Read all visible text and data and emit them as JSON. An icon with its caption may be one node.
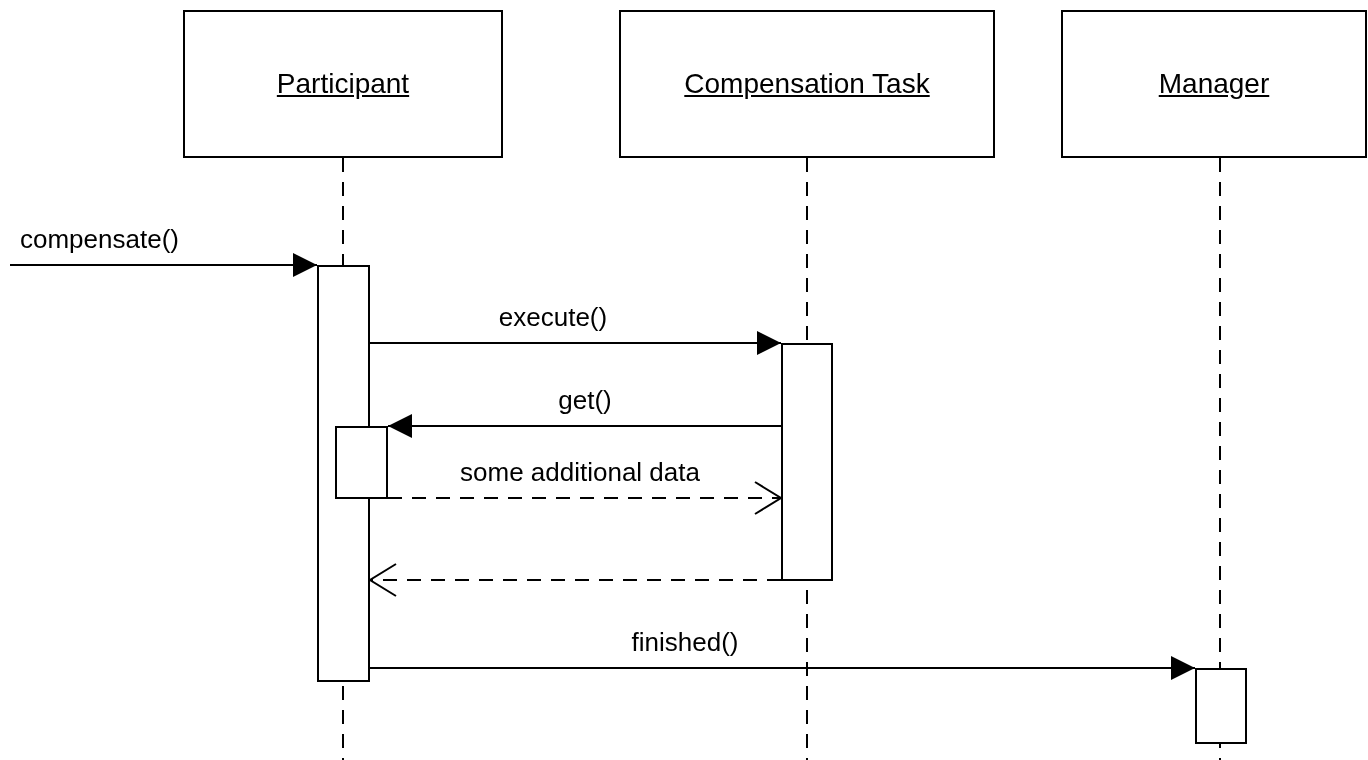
{
  "diagram": {
    "nodes": [
      {
        "text": [
          "Participant"
        ]
      },
      {
        "text": [
          "Compensation Task"
        ]
      },
      {
        "text": [
          "Manager"
        ]
      },
      {
        "text": [],
        "shape": "box"
      },
      {
        "text": [],
        "shape": "box"
      },
      {
        "text": [],
        "shape": "box"
      },
      {
        "text": [],
        "shape": "box"
      }
    ],
    "edges": [
      {
        "from": null,
        "to": 3,
        "arrow": "to",
        "label": "compensate()"
      },
      {
        "from": 3,
        "to": 4,
        "arrow": "to",
        "label": "execute()"
      },
      {
        "from": 4,
        "to": 5,
        "arrow": "to",
        "label": "get()"
      },
      {
        "from": 5,
        "to": 4,
        "arrow": "to",
        "label": "some additional data",
        "style": "dashed"
      },
      {
        "from": 4,
        "to": 3,
        "arrow": "to",
        "style": "dashed"
      },
      {
        "from": 3,
        "to": 6,
        "arrow": "to",
        "label": "finished()"
      }
    ]
  }
}
